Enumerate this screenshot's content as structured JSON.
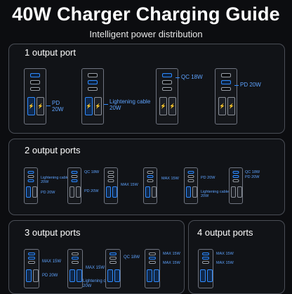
{
  "header": {
    "title": "40W Charger Charging Guide",
    "subtitle": "Intelligent power distribution"
  },
  "panels": {
    "one": {
      "title": "1 output port",
      "labels": [
        "PD",
        "20W",
        "Lightening cable",
        "20W",
        "QC 18W",
        "PD 20W"
      ]
    },
    "two": {
      "title": "2 output ports",
      "labels": [
        "Lightening cable",
        "20W",
        "PD 20W",
        "QC 18W",
        "PD 20W",
        "MAX 15W",
        "MAX 15W",
        "PD 20W",
        "Lightening cable",
        "20W",
        "QC 18W",
        "PD 20W"
      ]
    },
    "three": {
      "title": "3 output ports",
      "labels": [
        "MAX 15W",
        "PD 20W",
        "MAX 15W",
        "Lightening cable",
        "20W",
        "QC 18W",
        "MAX 15W",
        "MAX 15W"
      ]
    },
    "four": {
      "title": "4 output ports",
      "labels": [
        "MAX 15W",
        "MAX 15W"
      ]
    }
  }
}
